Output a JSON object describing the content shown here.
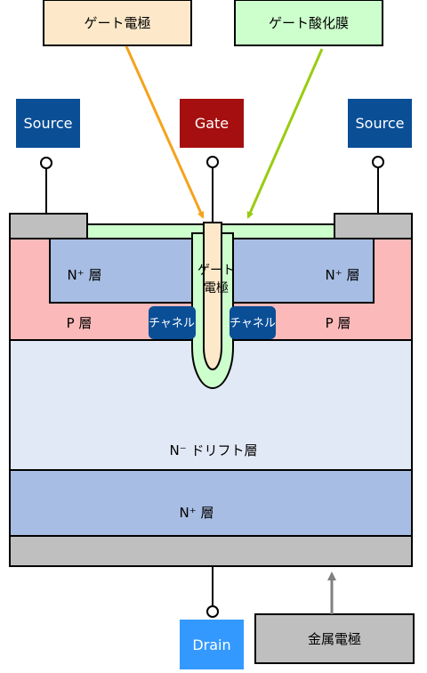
{
  "callouts": {
    "gate_electrode": "ゲート電極",
    "gate_oxide": "ゲート酸化膜",
    "metal_electrode": "金属電極"
  },
  "terminals": {
    "source_left": "Source",
    "gate": "Gate",
    "source_right": "Source",
    "drain": "Drain"
  },
  "layers": {
    "n_plus_left": "N⁺ 層",
    "n_plus_right": "N⁺ 層",
    "p_left": "P 層",
    "p_right": "P 層",
    "channel_left": "チャネル",
    "channel_right": "チャネル",
    "gate_inner_line1": "ゲート",
    "gate_inner_line2": "電極",
    "n_drift": "N⁻ ドリフト層",
    "n_plus_bottom": "N⁺ 層"
  },
  "colors": {
    "callout_gate_fill": "#fde9c9",
    "callout_oxide_fill": "#ccffcc",
    "source_fill": "#0a4e96",
    "gate_fill": "#a50f0f",
    "drain_fill": "#3399ff",
    "metal_fill": "#bfbfbf",
    "oxide_fill": "#ccffcc",
    "n_plus_fill": "#a7bde3",
    "p_fill": "#fbb9b9",
    "drift_fill": "#e2e9f6",
    "channel_fill": "#0a4e96",
    "arrow_orange": "#f5a31c",
    "arrow_green": "#99cc11",
    "arrow_gray": "#808080"
  }
}
